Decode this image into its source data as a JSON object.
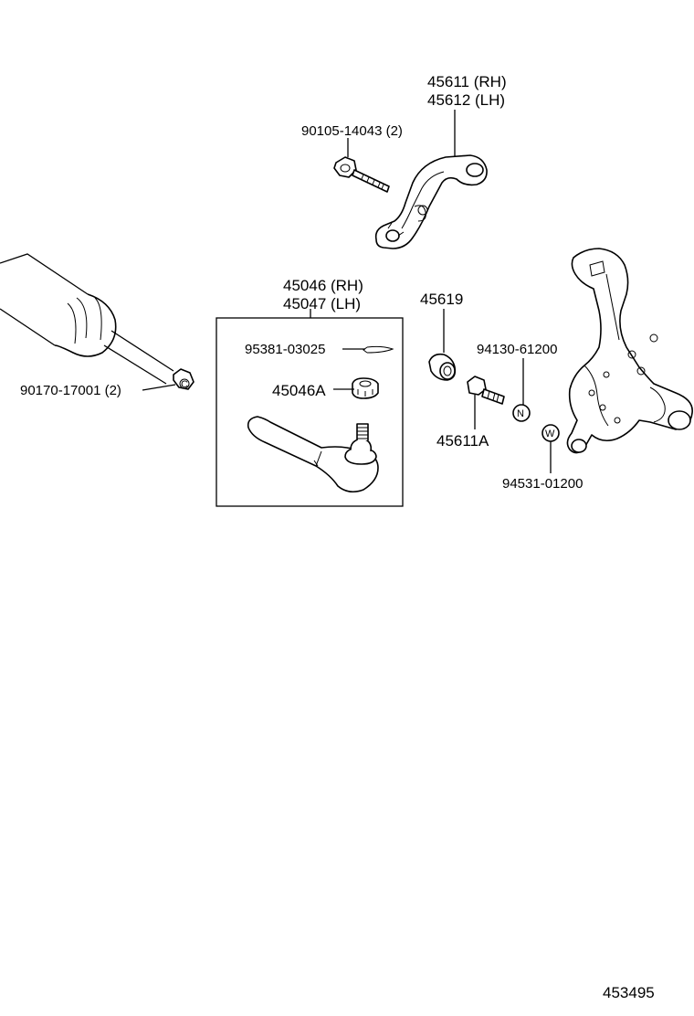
{
  "labels": {
    "idler_arm_rh": "45611 (RH)",
    "idler_arm_lh": "45612 (LH)",
    "bolt_top": "90105-14043 (2)",
    "tie_rod_end_rh": "45046 (RH)",
    "tie_rod_end_lh": "45047 (LH)",
    "cotter_pin": "95381-03025",
    "castle_nut": "45046A",
    "bushing": "45619",
    "bolt_mid": "45611A",
    "nut_n": "94130-61200",
    "washer_w": "94531-01200",
    "lock_nut": "90170-17001 (2)",
    "diagram_number": "453495"
  },
  "markers": {
    "nut_marker": "N",
    "washer_marker": "W",
    "c_marker": "C"
  }
}
